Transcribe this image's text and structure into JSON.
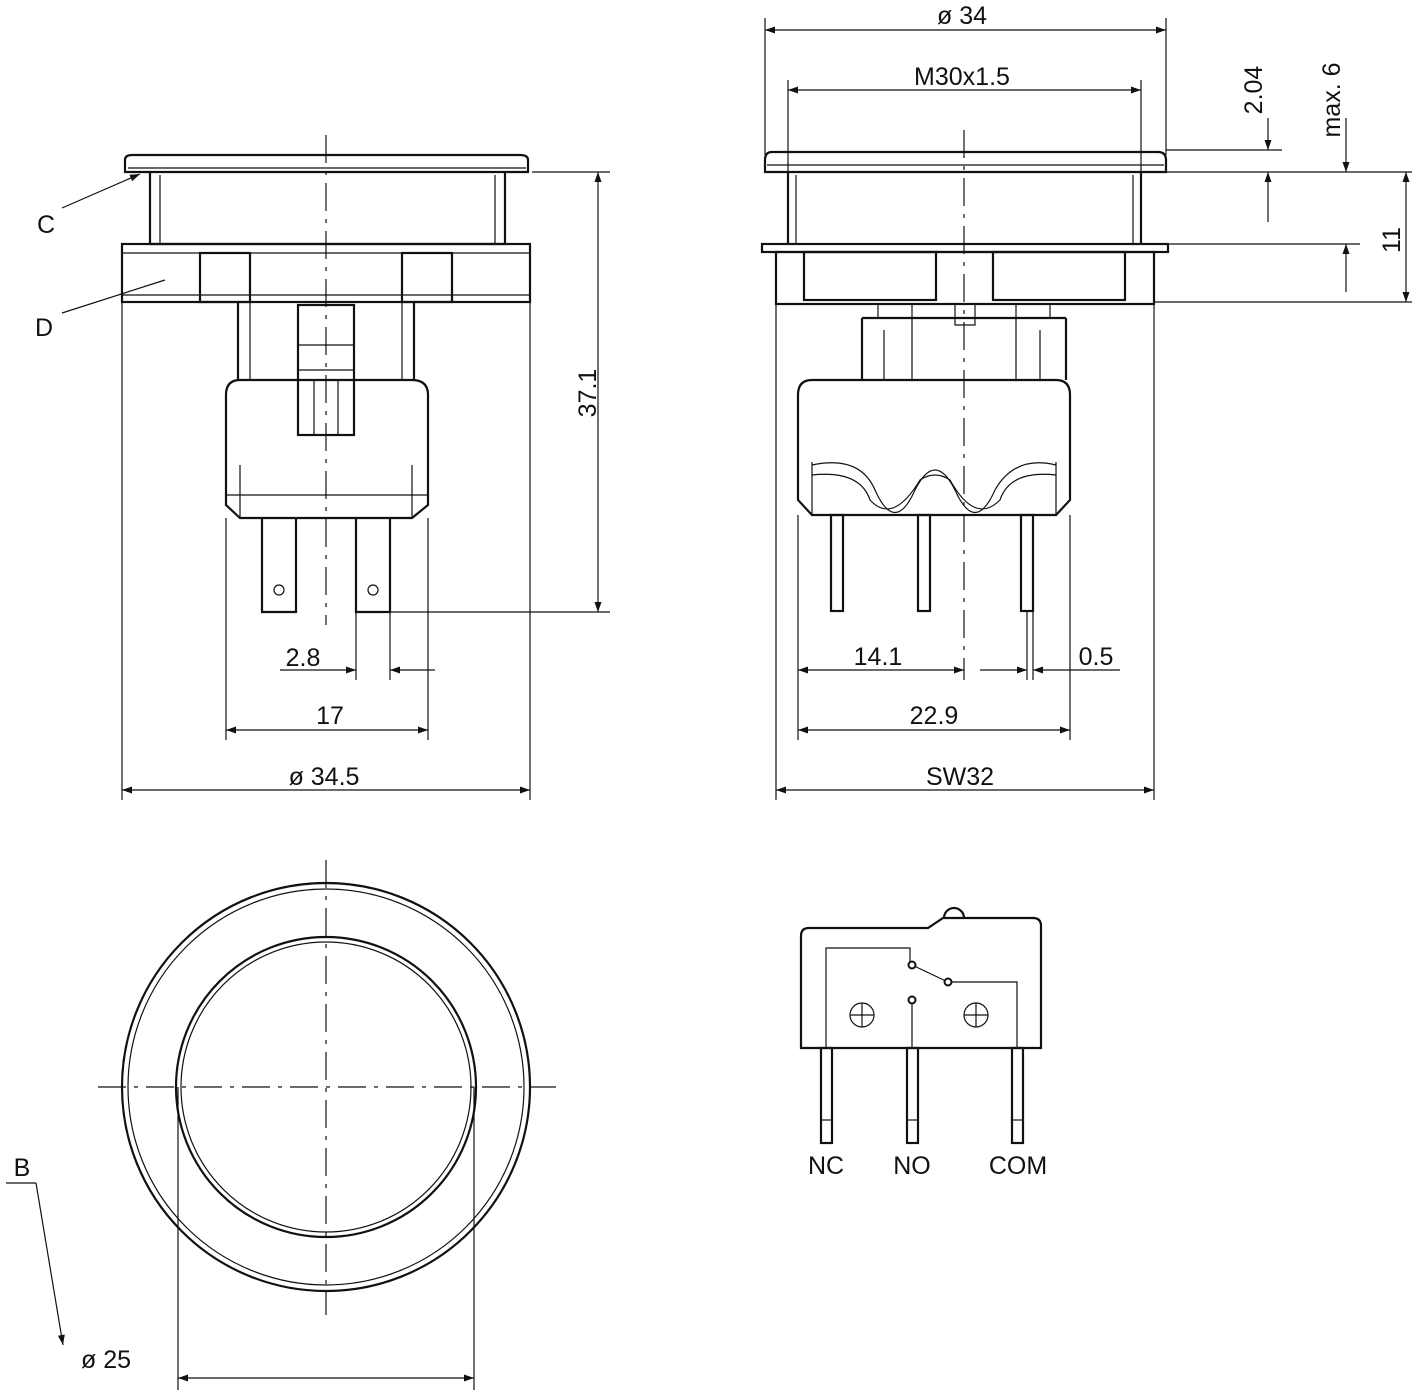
{
  "labels": {
    "c": "C",
    "d": "D",
    "b": "B"
  },
  "dimensions": {
    "front_height": "37.1",
    "pin_width": "2.8",
    "pin_spacing": "17",
    "front_diameter": "ø 34.5",
    "side_diameter": "ø 34",
    "thread": "M30x1.5",
    "cap_height": "2.04",
    "max_thickness": "max. 6",
    "panel": "11",
    "pin_offset": "14.1",
    "pin_thickness": "0.5",
    "body_width": "22.9",
    "wrench_size": "SW32",
    "lens_diameter": "ø 25"
  },
  "terminals": [
    "NC",
    "NO",
    "COM"
  ]
}
